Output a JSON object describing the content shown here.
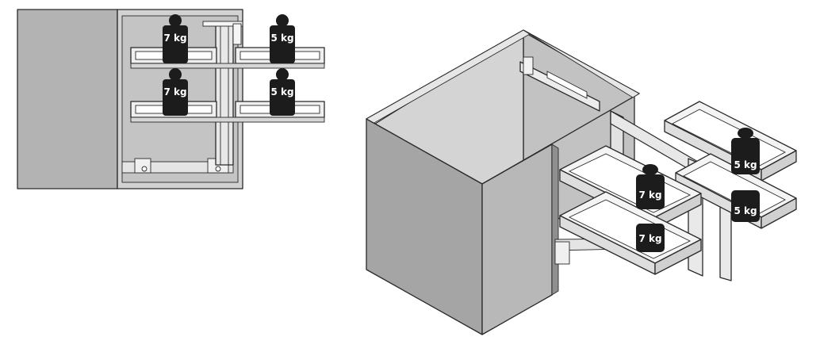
{
  "weights": {
    "front_left_top": "7 kg",
    "front_right_top": "5 kg",
    "front_left_bottom": "7 kg",
    "front_right_bottom": "5 kg",
    "iso_left_top": "7 kg",
    "iso_right_top": "5 kg",
    "iso_left_bottom": "7 kg",
    "iso_right_bottom": "5 kg"
  },
  "colors": {
    "cabinet_side": "#a9a9a9",
    "cabinet_side_dark": "#8c8c8c",
    "cabinet_inner": "#c8c8c8",
    "cabinet_top_edge": "#e6e6e6",
    "shelf_light": "#f2f2f2",
    "shelf_rail": "#dcdcdc",
    "weight_body": "#1c1c1c",
    "outline": "#2a2a2a"
  }
}
